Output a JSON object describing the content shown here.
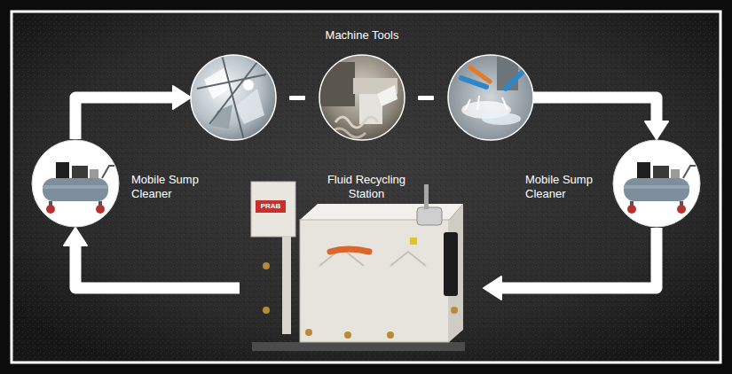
{
  "diagram": {
    "nodes": [
      {
        "text": [
          "Mobile Sump Cleaner"
        ]
      },
      {
        "text": [
          "Machine Tools"
        ]
      },
      {
        "text": [
          "Mobile Sump Cleaner"
        ]
      },
      {
        "text": [
          "Fluid Recycling Station"
        ]
      }
    ],
    "edges": [
      {
        "from": 0,
        "to": 1,
        "arrow": "to"
      },
      {
        "from": 1,
        "to": 2,
        "arrow": "to"
      },
      {
        "from": 2,
        "to": 3,
        "arrow": "to"
      },
      {
        "from": 3,
        "to": 0,
        "arrow": "to"
      }
    ],
    "labels": [
      "PRAB"
    ]
  }
}
